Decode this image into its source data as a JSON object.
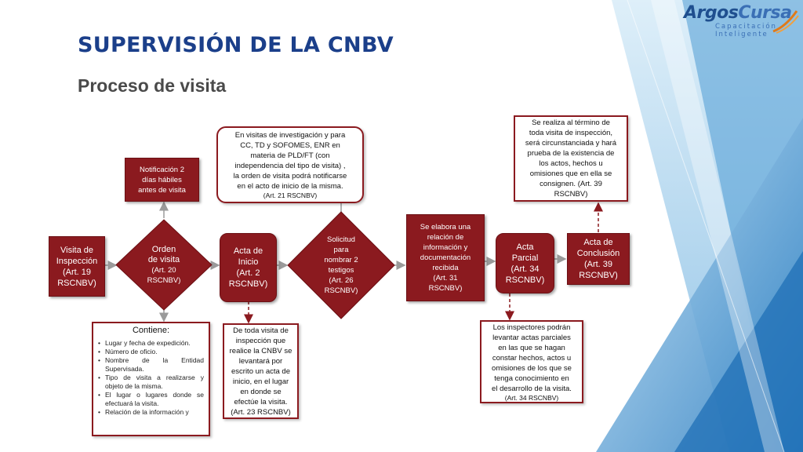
{
  "header": {
    "title": "SUPERVISIÓN DE LA CNBV",
    "subtitle": "Proceso de visita"
  },
  "logo": {
    "name_part1": "Argos",
    "name_part2": "Cursa",
    "tagline_line1": "Capacitación",
    "tagline_line2": "Inteligente"
  },
  "colors": {
    "box_fill": "#8b1a1f",
    "title_blue": "#1b3f8a",
    "background_blue": "#2f7fc1"
  },
  "flow": {
    "visita_inspeccion": {
      "line1": "Visita de",
      "line2": "Inspección",
      "line3": "(Art. 19",
      "line4": "RSCNBV)"
    },
    "orden_visita": {
      "line1": "Orden",
      "line2": "de visita",
      "line3": "(Art. 20",
      "line4": "RSCNBV)"
    },
    "notificacion": {
      "line1": "Notificación 2",
      "line2": "días hábiles",
      "line3": "antes de visita"
    },
    "acta_inicio": {
      "line1": "Acta de",
      "line2": "Inicio",
      "line3": "(Art. 2",
      "line4": "RSCNBV)"
    },
    "solicitud_testigos": {
      "line1": "Solicitud",
      "line2": "para",
      "line3": "nombrar 2",
      "line4": "testigos",
      "line5": "(Art. 26",
      "line6": "RSCNBV)"
    },
    "relacion_info": {
      "line1": "Se elabora una",
      "line2": "relación de",
      "line3": "información y",
      "line4": "documentación",
      "line5": "recibida",
      "line6": "(Art. 31",
      "line7": "RSCNBV)"
    },
    "acta_parcial": {
      "line1": "Acta",
      "line2": "Parcial",
      "line3": "(Art. 34",
      "line4": "RSCNBV)"
    },
    "acta_conclusion": {
      "line1": "Acta de",
      "line2": "Conclusión",
      "line3": "(Art. 39",
      "line4": "RSCNBV)"
    }
  },
  "notes": {
    "investigacion": {
      "line1": "En visitas de investigación y para",
      "line2": "CC, TD y SOFOMES, ENR en",
      "line3": "materia de PLD/FT (con",
      "line4": "independencia del tipo de visita) ,",
      "line5": "la orden de visita podrá notificarse",
      "line6": "en el acto de inicio de la misma.",
      "line7": "(Art. 21 RSCNBV)"
    },
    "conclusion": {
      "line1": "Se realiza al término de",
      "line2": "toda visita de inspección,",
      "line3": "será circunstanciada y hará",
      "line4": "prueba de la existencia de",
      "line5": "los actos, hechos u",
      "line6": "omisiones que en ella se",
      "line7": "consignen. (Art. 39",
      "line8": "RSCNBV)"
    },
    "acta_inicio_detalle": {
      "line1": "De toda visita de",
      "line2": "inspección que",
      "line3": "realice la CNBV se",
      "line4": "levantará por",
      "line5": "escrito un acta de",
      "line6": "inicio, en el lugar",
      "line7": "en donde se",
      "line8": "efectúe la visita.",
      "line9": "(Art. 23 RSCNBV)"
    },
    "actas_parciales": {
      "line1": "Los inspectores podrán",
      "line2": "levantar actas parciales",
      "line3": "en las que se hagan",
      "line4": "constar hechos, actos u",
      "line5": "omisiones de los que se",
      "line6": "tenga conocimiento en",
      "line7": "el desarrollo de la visita.",
      "line8": "(Art. 34 RSCNBV)"
    },
    "contiene": {
      "title": "Contiene:",
      "items": [
        "Lugar y fecha de expedición.",
        "Número de oficio.",
        "Nombre de la Entidad Supervisada.",
        "Tipo de visita a realizarse y objeto de la misma.",
        "El lugar o lugares donde se efectuará la visita.",
        "Relación de la información y"
      ]
    }
  }
}
